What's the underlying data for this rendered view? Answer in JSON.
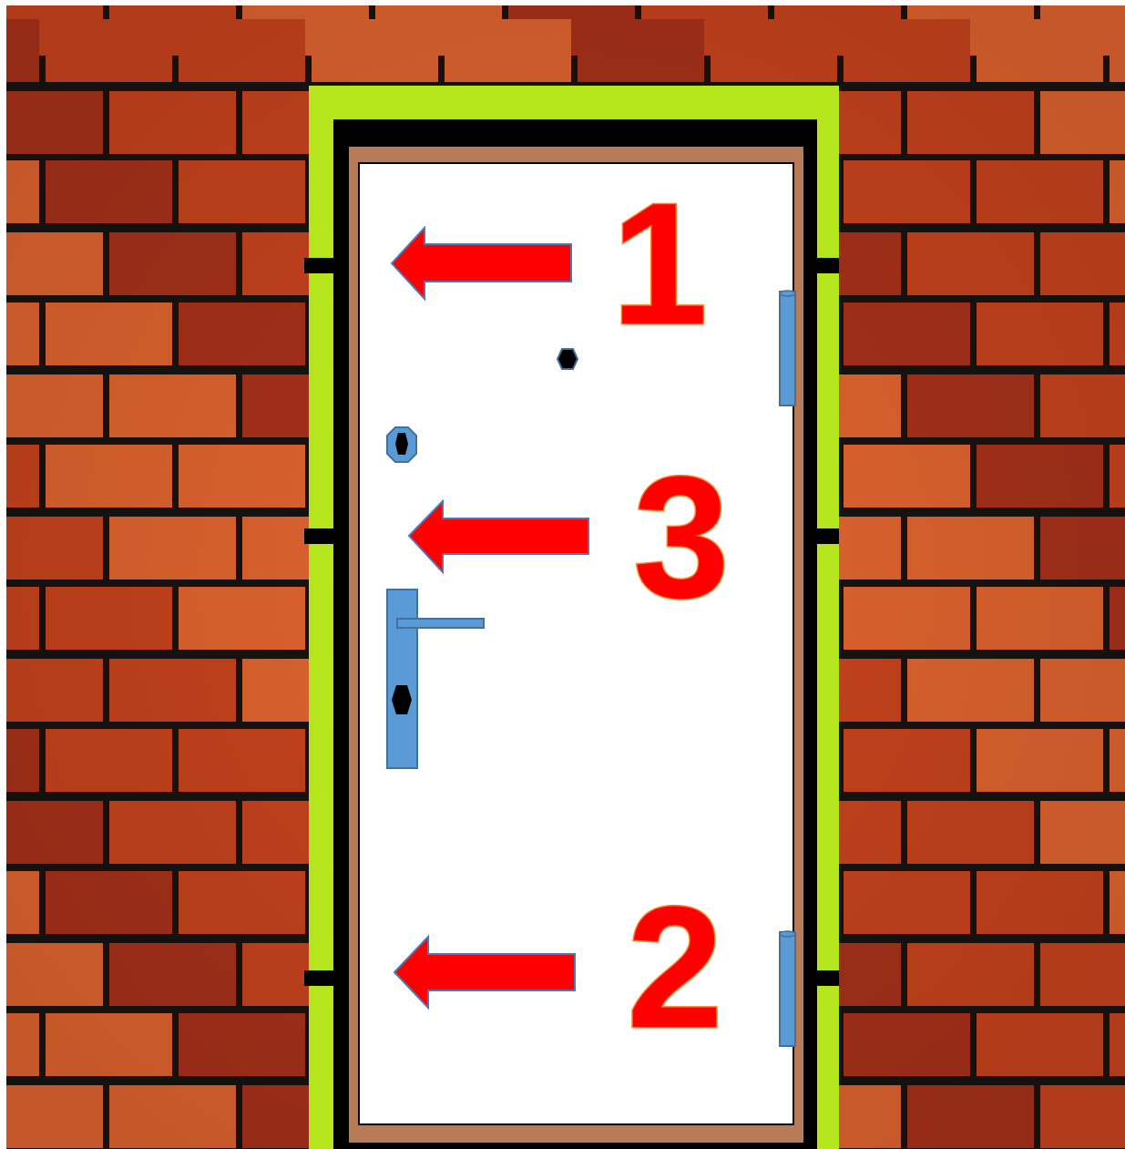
{
  "colors": {
    "mortar": "#171310",
    "brick_base": "#c8431d",
    "brick_light": "#e0642f",
    "brick_dark": "#a8311a",
    "frame_outer": "#b5e61d",
    "frame_inner": "#000000",
    "door_trim": "#b97a57",
    "door_leaf": "#ffffff",
    "hardware": "#5b9bd5",
    "arrow_fill": "#ff0000",
    "arrow_stroke": "#4a7ab5",
    "label_fill": "#ff0000",
    "label_shadow": "#ff7f27"
  },
  "icons": {
    "arrow": "left-arrow-icon",
    "handle": "door-handle-icon",
    "peephole": "peephole-icon",
    "keyhole": "keyhole-icon",
    "hinge": "hinge-icon"
  },
  "markers": [
    {
      "label": "1"
    },
    {
      "label": "3"
    },
    {
      "label": "2"
    }
  ]
}
